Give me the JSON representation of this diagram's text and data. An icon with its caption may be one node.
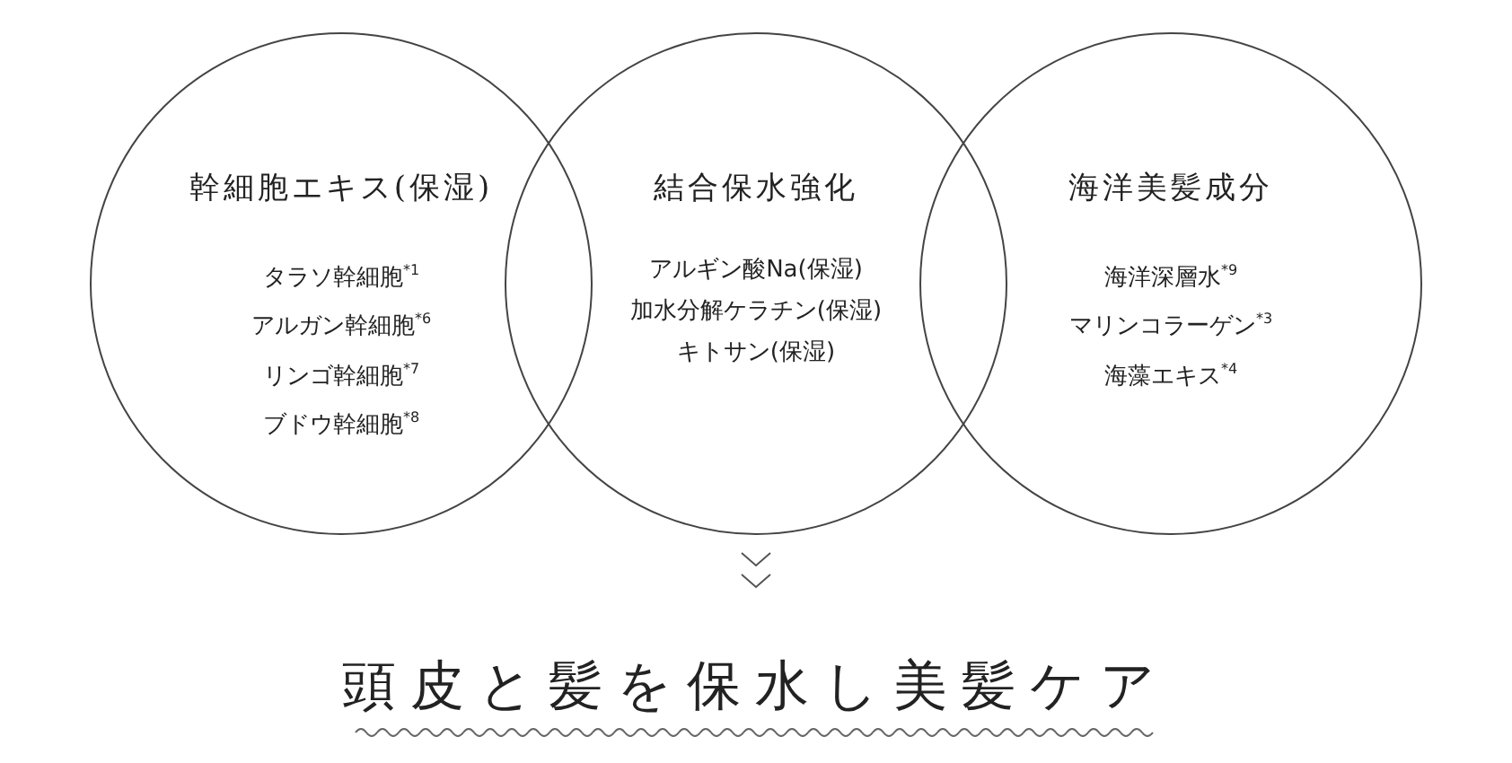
{
  "diagram": {
    "nodes": [
      {
        "text": [
          "幹細胞エキス(保湿)",
          "タラソ幹細胞$^{*1}$",
          "アルガン幹細胞$^{*6}$",
          "リンゴ幹細胞$^{*7}$",
          "ブドウ幹細胞$^{*8}$"
        ]
      },
      {
        "text": [
          "結合保水強化",
          "アルギン酸Na(保湿)",
          "加水分解ケラチン(保湿)",
          "キトサン(保湿)"
        ]
      },
      {
        "text": [
          "海洋美髪成分",
          "海洋深層水$^{*9}$",
          "マリンコラーゲン$^{*3}$",
          "海藻エキス$^{*4}$"
        ]
      }
    ],
    "labels": [
      "頭皮と髪を保水し美髪ケア"
    ]
  }
}
